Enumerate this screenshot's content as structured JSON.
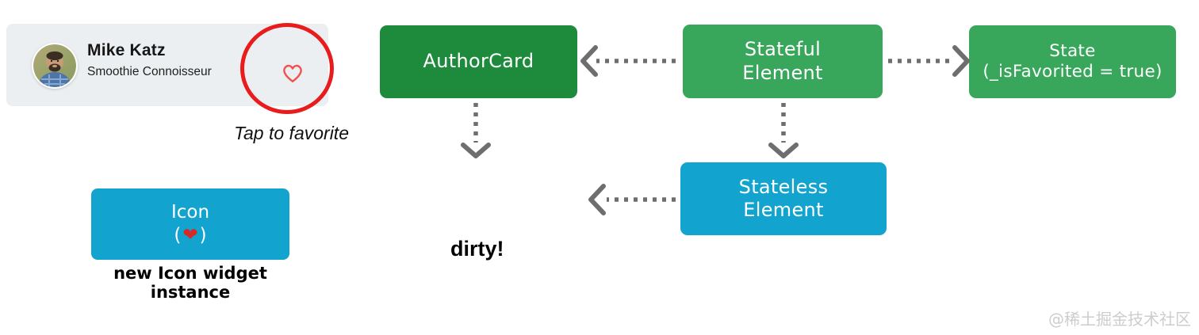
{
  "ui_card": {
    "name": "Mike Katz",
    "role": "Smoothie Connoisseur",
    "annotation": "Tap to favorite",
    "bg_color": "#eceff1",
    "heart_outline_color": "#ef5350",
    "highlight_circle_color": "#e81c1c"
  },
  "icon_widget": {
    "title": "Icon",
    "paren_open": "(",
    "heart": "❤",
    "paren_close": ")",
    "caption": "new Icon widget instance",
    "bg_color": "#12a3cf"
  },
  "diagram": {
    "author_card_box": {
      "label": "AuthorCard",
      "bg_color": "#1e8a3c"
    },
    "stateful_box": {
      "line1": "Stateful",
      "line2": "Element",
      "bg_color": "#38a75c"
    },
    "state_box": {
      "line1": "State",
      "line2": "(_isFavorited = true)",
      "bg_color": "#38a75c"
    },
    "stateless_box": {
      "line1": "Stateless",
      "line2": "Element",
      "bg_color": "#12a3cf"
    },
    "dirty_label": "dirty!",
    "arrow_color": "#6e6e6e"
  },
  "watermark": "@稀土掘金技术社区"
}
